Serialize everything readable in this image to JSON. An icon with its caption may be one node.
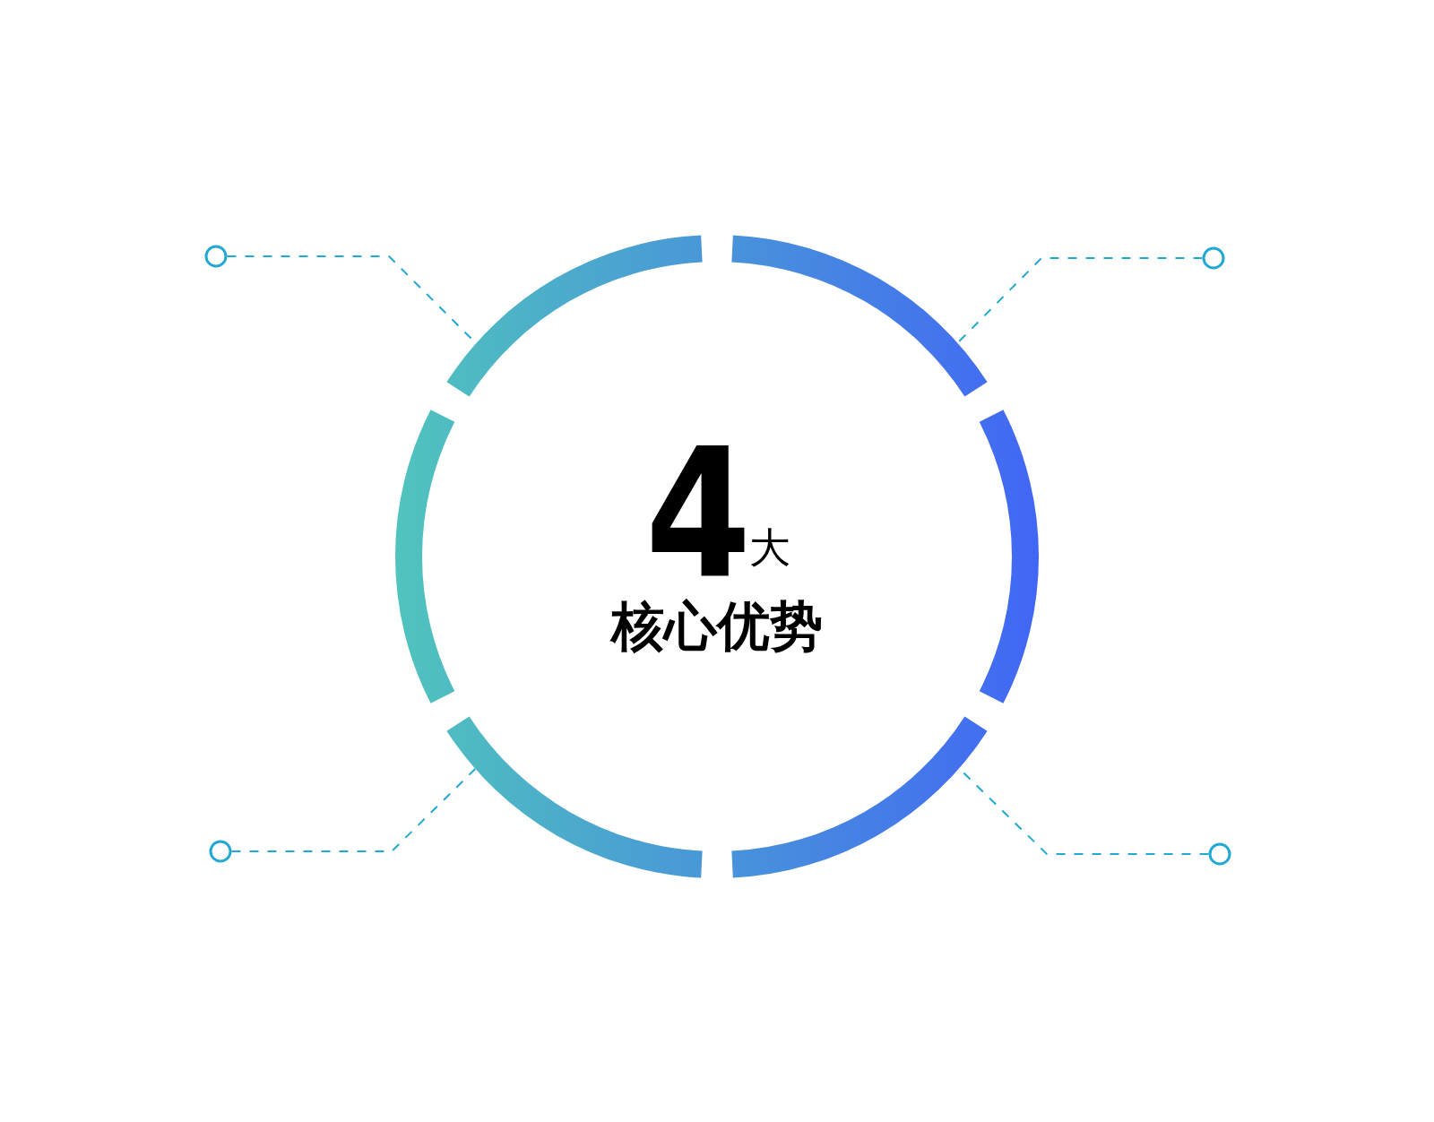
{
  "diagram": {
    "nodes": [
      {
        "text": [],
        "shape": "circle"
      },
      {
        "text": [],
        "shape": "circle"
      },
      {
        "text": [],
        "shape": "arc"
      },
      {
        "text": [],
        "shape": "arc"
      },
      {
        "text": [],
        "shape": "arc"
      },
      {
        "text": [],
        "shape": "arc"
      },
      {
        "text": [],
        "shape": "arc"
      },
      {
        "text": [],
        "shape": "arc"
      },
      {
        "text": [],
        "shape": "circle"
      },
      {
        "text": [],
        "shape": "circle"
      }
    ],
    "edges": [
      {
        "from": 0,
        "to": 2,
        "arrow": "none",
        "style": "dashed"
      },
      {
        "from": 1,
        "to": 3,
        "arrow": "none",
        "style": "dashed"
      },
      {
        "from": 8,
        "to": 6,
        "arrow": "none",
        "style": "dashed"
      },
      {
        "from": 9,
        "to": 7,
        "arrow": "none",
        "style": "dashed"
      }
    ],
    "labels": [
      "4",
      "大",
      "核心优势"
    ]
  }
}
